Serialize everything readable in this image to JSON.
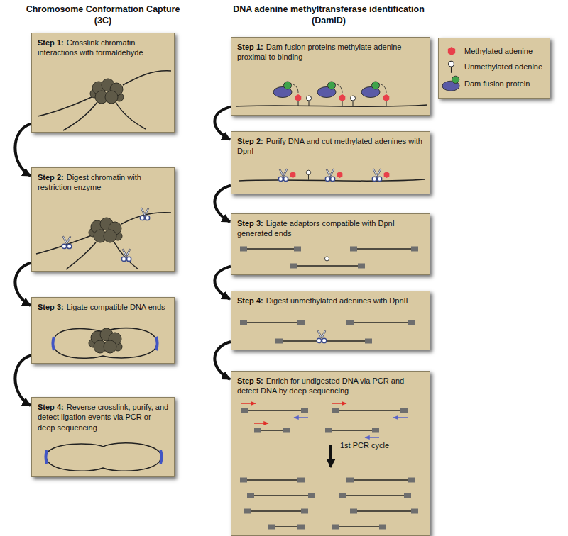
{
  "diagram": {
    "nodes": [
      {
        "text": [
          "Step 1:",
          "Crosslink chromatin interactions with formaldehyde"
        ]
      },
      {
        "text": [
          "Step 2:",
          "Digest chromatin with restriction enzyme"
        ]
      },
      {
        "text": [
          "Step 3:",
          "Ligate compatible DNA ends"
        ]
      },
      {
        "text": [
          "Step 4:",
          "Reverse crosslink, purify, and detect ligation events via PCR or deep sequencing"
        ]
      },
      {
        "text": [
          "Step 1:",
          "Dam fusion proteins methylate adenine proximal to binding"
        ]
      },
      {
        "text": [
          "Step 2:",
          "Purify DNA and cut methylated adenines with DpnI"
        ]
      },
      {
        "text": [
          "Step 3:",
          "Ligate adaptors compatible with DpnI generated ends"
        ]
      },
      {
        "text": [
          "Step 4:",
          "Digest unmethylated adenines with DpnII"
        ]
      },
      {
        "text": [
          "Step 5:",
          "Enrich for undigested DNA via PCR and detect DNA by deep sequencing"
        ]
      }
    ],
    "edges": [
      {
        "from": 0,
        "to": 1,
        "arrow": "to"
      },
      {
        "from": 1,
        "to": 2,
        "arrow": "to"
      },
      {
        "from": 2,
        "to": 3,
        "arrow": "to"
      },
      {
        "from": 4,
        "to": 5,
        "arrow": "to"
      },
      {
        "from": 5,
        "to": 6,
        "arrow": "to"
      },
      {
        "from": 6,
        "to": 7,
        "arrow": "to"
      },
      {
        "from": 7,
        "to": 8,
        "arrow": "to"
      }
    ],
    "labels": [
      "Chromosome Conformation Capture (3C)",
      "DNA adenine methyltransferase identification (DamID)",
      "1st PCR cycle"
    ],
    "legend": [
      {
        "text": "Methylated adenine"
      },
      {
        "text": "Unmethylated adenine"
      },
      {
        "text": "Dam fusion protein"
      }
    ]
  }
}
